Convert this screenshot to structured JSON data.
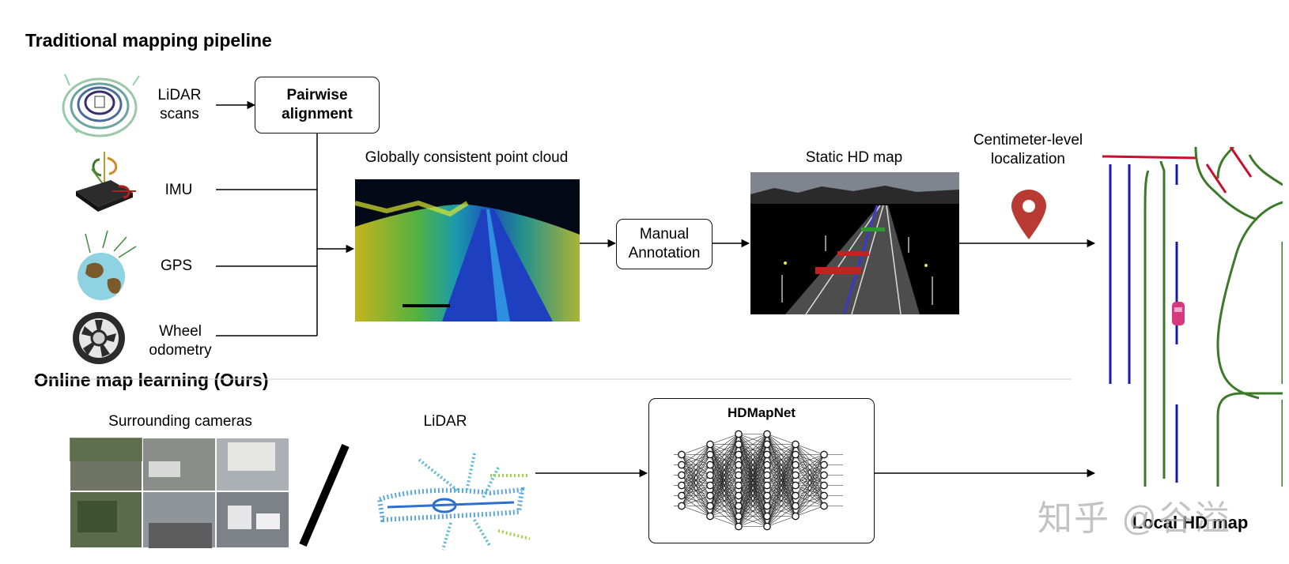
{
  "traditional": {
    "title": "Traditional mapping pipeline",
    "inputs": {
      "lidar": "LiDAR\nscans",
      "imu": "IMU",
      "gps": "GPS",
      "wheel": "Wheel\nodometry"
    },
    "pairwise": "Pairwise\nalignment",
    "point_cloud": "Globally consistent point cloud",
    "manual": "Manual\nAnnotation",
    "static_map": "Static HD map",
    "localization": "Centimeter-level\nlocalization"
  },
  "online": {
    "title": "Online map learning (Ours)",
    "cameras": "Surrounding cameras",
    "lidar": "LiDAR",
    "network": "HDMapNet"
  },
  "output": {
    "label": "Local HD map"
  },
  "watermark": "知乎 @谷溢",
  "colors": {
    "lane_blue": "#1a1ab0",
    "boundary_green": "#3c7a2a",
    "crossing_red": "#c8102e",
    "pin_red": "#b93a32",
    "car_pink": "#d6397d"
  }
}
